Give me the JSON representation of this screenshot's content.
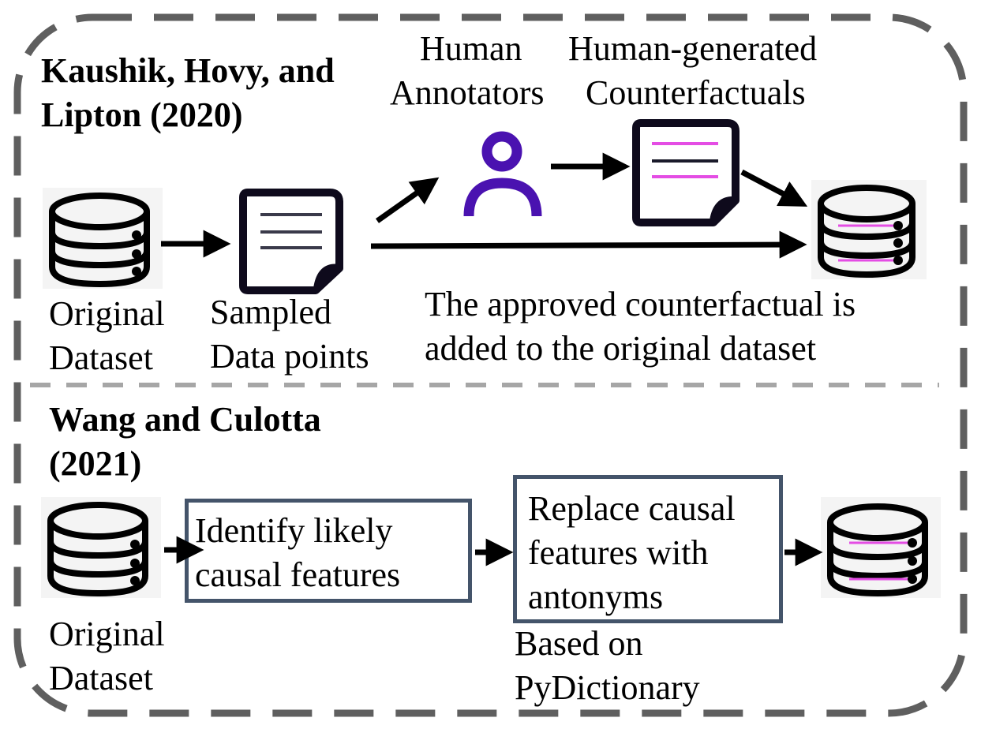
{
  "colors": {
    "outer_border": "#5f5f5f",
    "divider": "#a6a6a6",
    "box_border": "#44546a",
    "person_icon": "#4a12b0",
    "highlight_line": "#e44de4",
    "arrow": "#000000",
    "icon_bg": "#f4f4f4"
  },
  "top_section": {
    "title_line1": "Kaushik, Hovy, and",
    "title_line2": "Lipton (2020)",
    "nodes": {
      "original_dataset": {
        "icon": "database-icon",
        "label_line1": "Original",
        "label_line2": "Dataset"
      },
      "sampled_data": {
        "icon": "document-icon",
        "label_line1": "Sampled",
        "label_line2": "Data points"
      },
      "annotators": {
        "icon": "person-icon",
        "label_line1": "Human",
        "label_line2": "Annotators"
      },
      "counterfactuals": {
        "icon": "document-highlighted-icon",
        "label_line1": "Human-generated",
        "label_line2": "Counterfactuals"
      },
      "augmented_dataset": {
        "icon": "database-highlighted-icon"
      }
    },
    "caption_line1": "The approved counterfactual is",
    "caption_line2": "added to the original dataset"
  },
  "bottom_section": {
    "title_line1": "Wang and Culotta",
    "title_line2": "(2021)",
    "nodes": {
      "original_dataset": {
        "icon": "database-icon",
        "label_line1": "Original",
        "label_line2": "Dataset"
      },
      "identify_box": {
        "line1": "Identify likely",
        "line2": "causal features"
      },
      "replace_box": {
        "line1": "Replace causal",
        "line2": "features with",
        "line3": "antonyms"
      },
      "augmented_dataset": {
        "icon": "database-highlighted-icon"
      }
    },
    "replace_note_line1": "Based on",
    "replace_note_line2": "PyDictionary"
  }
}
